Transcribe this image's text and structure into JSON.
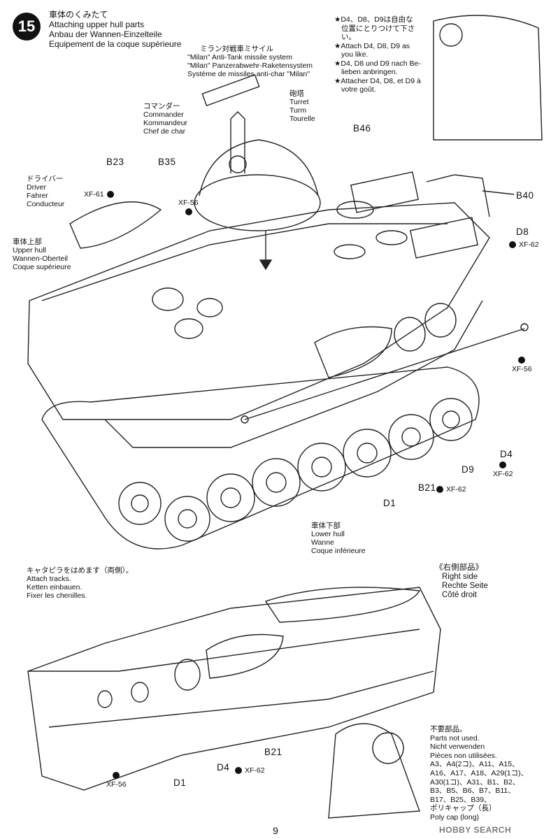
{
  "step": {
    "number": "15",
    "title_ja": "車体のくみたて",
    "title_en": "Attaching upper hull parts",
    "title_de": "Anbau der Wannen-Einzelteile",
    "title_fr": "Equipement de la coque supérieure"
  },
  "notes": {
    "ja1": "★D4、D8、D9は自由な",
    "ja2": "位置にとりつけて下さい。",
    "en1": "★Attach D4, D8, D9 as",
    "en2": "you like.",
    "de1": "★D4, D8 und D9 nach Be-",
    "de2": "lieben anbringen.",
    "fr1": "★Attacher D4, D8, et D9 à",
    "fr2": "votre goût."
  },
  "labels": {
    "milan_ja": "ミラン対戦車ミサイル",
    "milan_en": "\"Milan\" Anti-Tank missile system",
    "milan_de": "\"Milan\" Panzerabwehr-Raketensystem",
    "milan_fr": "Système de missiles anti-char \"Milan\"",
    "commander_ja": "コマンダー",
    "commander_en": "Commander",
    "commander_de": "Kommandeur",
    "commander_fr": "Chef de char",
    "turret_ja": "砲塔",
    "turret_en": "Turret",
    "turret_de": "Turm",
    "turret_fr": "Tourelle",
    "driver_ja": "ドライバー",
    "driver_en": "Driver",
    "driver_de": "Fahrer",
    "driver_fr": "Conducteur",
    "upper_ja": "車体上部",
    "upper_en": "Upper hull",
    "upper_de": "Wannen-Oberteil",
    "upper_fr": "Coque supérieure",
    "lower_ja": "車体下部",
    "lower_en": "Lower hull",
    "lower_de": "Wanne",
    "lower_fr": "Coque inférieure",
    "tracks_ja": "キャタピラをはめます（両側）。",
    "tracks_en": "Attach tracks.",
    "tracks_de": "Ketten einbauen.",
    "tracks_fr": "Fixer les chenilles.",
    "right_ja": "《右側部品》",
    "right_en": "Right side",
    "right_de": "Rechte Seite",
    "right_fr": "Côté droit"
  },
  "parts": {
    "b46": "B46",
    "b23": "B23",
    "b35": "B35",
    "b40": "B40",
    "d8": "D8",
    "d4": "D4",
    "d9": "D9",
    "b21": "B21",
    "d1": "D1",
    "d4_b": "D4",
    "b21_b": "B21",
    "d1_b": "D1"
  },
  "paints": {
    "xf61": "XF-61",
    "xf56_a": "XF-56",
    "xf62_a": "XF-62",
    "xf56_b": "XF-56",
    "xf62_b": "XF-62",
    "xf62_c": "XF-62",
    "xf62_d": "XF-62",
    "xf56_c": "XF-56"
  },
  "unused": {
    "ja": "不要部品。",
    "en": "Parts not used.",
    "de": "Nicht verwenden",
    "fr": "Pièces non utilisées.",
    "list1": "A3、A4(2コ)、A11、A15、",
    "list2": "A16、A17、A18、A29(1コ)、",
    "list3": "A30(1コ)、A31、B1、B2、",
    "list4": "B3、B5、B6、B7、B11、",
    "list5": "B17、B25、B39、",
    "list6": "ポリキャップ（長）",
    "list7": "Poly cap (long)"
  },
  "page_number": "9",
  "watermark": "HOBBY SEARCH"
}
